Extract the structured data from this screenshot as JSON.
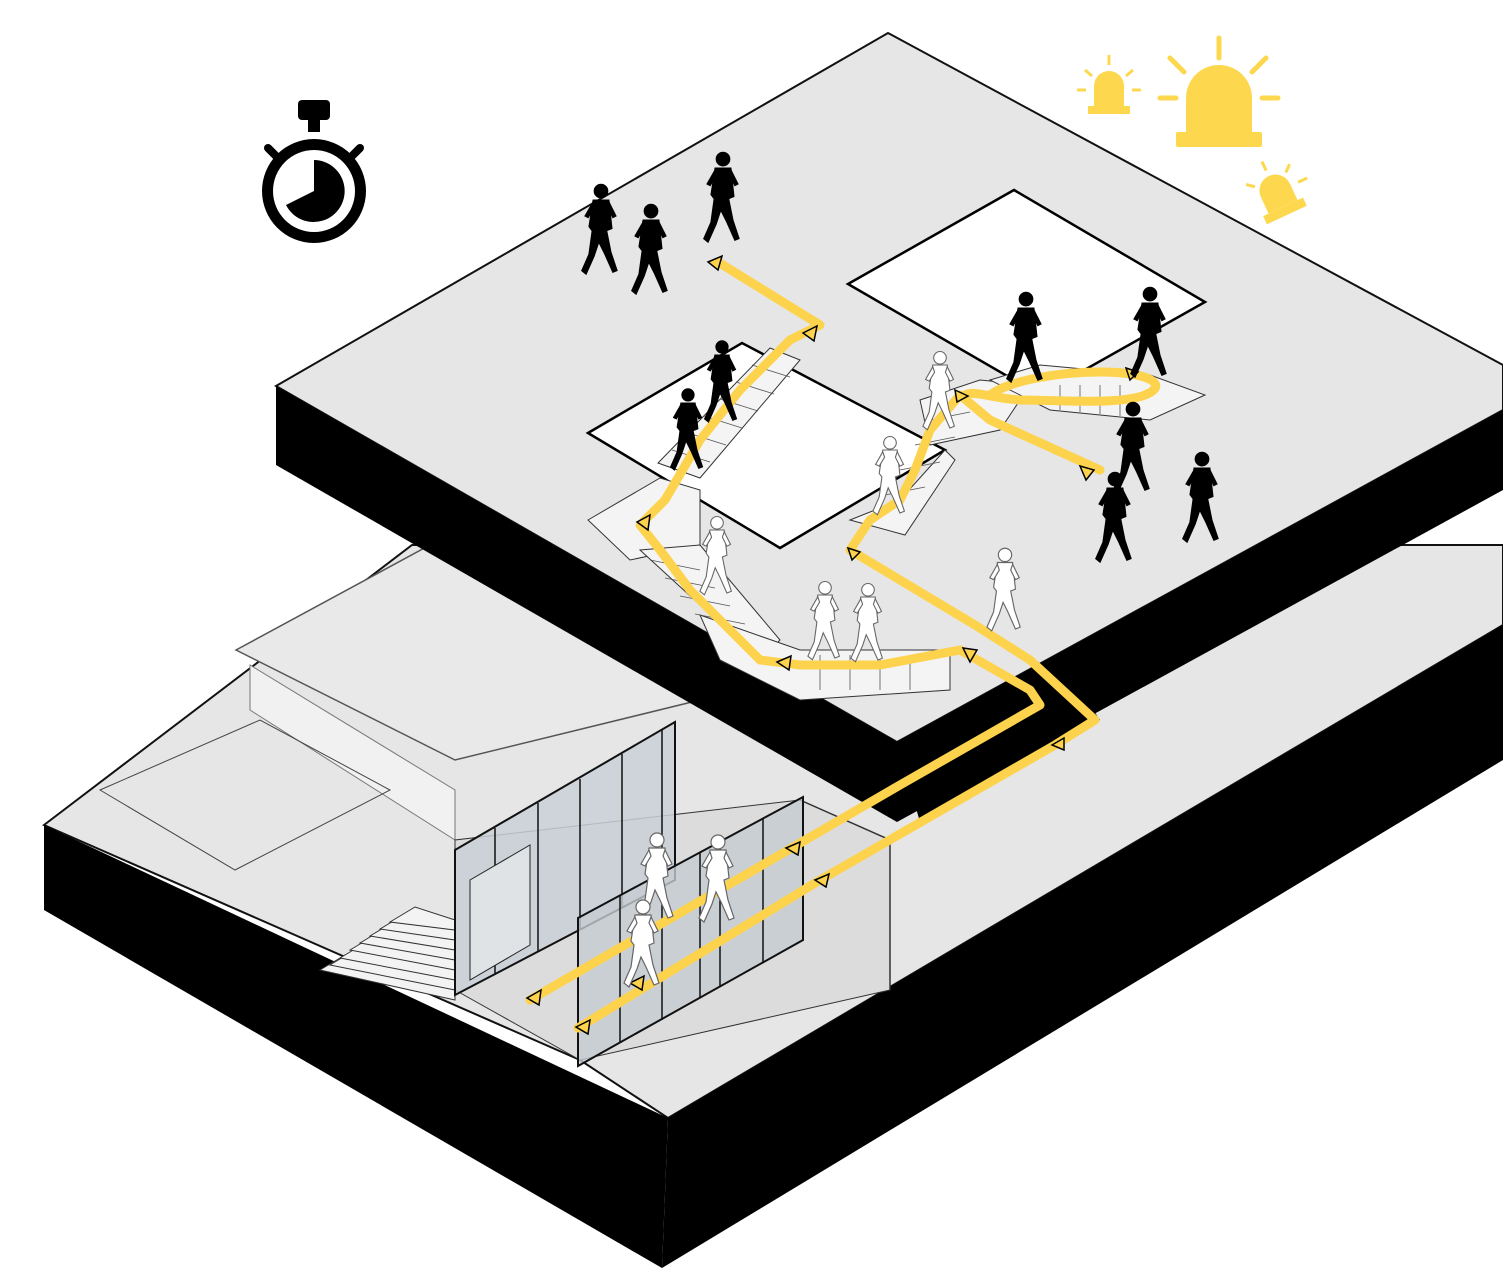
{
  "diagram": {
    "kind": "isometric-evacuation-diagram",
    "levels": [
      "upper-floor",
      "lower-floor"
    ],
    "icons": {
      "timer": "stopwatch-icon",
      "alarms": [
        "alarm-beacon-icon",
        "alarm-beacon-icon",
        "alarm-beacon-icon"
      ]
    },
    "route": {
      "description_visible": false
    },
    "colors": {
      "floor": "#e6e6e6",
      "slab_edge": "#000000",
      "outline": "#1a1a1a",
      "route": "#fdd34d",
      "alarm": "#fdd84f",
      "glass": "#c9d0d6",
      "ghost_figure": "#ffffff",
      "solid_figure": "#000000"
    }
  }
}
